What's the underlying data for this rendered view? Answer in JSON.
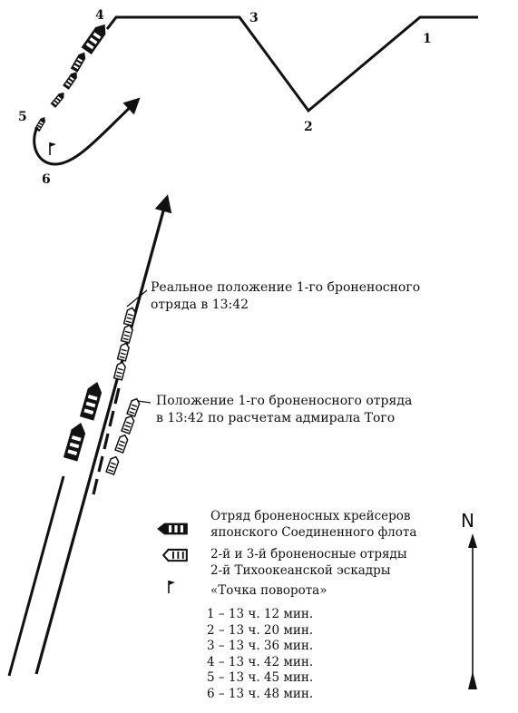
{
  "points": {
    "p1": "1",
    "p2": "2",
    "p3": "3",
    "p4": "4",
    "p5": "5",
    "p6": "6"
  },
  "annotations": {
    "real_position": [
      "Реальное положение 1-го броненосного",
      "отряда в 13:42"
    ],
    "togo_position": [
      "Положение 1-го броненосного отряда",
      "в 13:42 по расчетам адмирала Того"
    ]
  },
  "legend": {
    "japanese": [
      "Отряд броненосных крейсеров",
      "японского Соединенного флота"
    ],
    "russian": [
      "2-й и 3-й броненосные отряды",
      "2-й Тихоокеанской эскадры"
    ],
    "turn_point": "«Точка поворота»"
  },
  "times": [
    "1 – 13 ч. 12 мин.",
    "2 – 13 ч. 20 мин.",
    "3 – 13 ч. 36 мин.",
    "4 – 13 ч. 42 мин.",
    "5 – 13 ч. 45 мин.",
    "6 – 13 ч. 48 мин."
  ],
  "north": "N"
}
